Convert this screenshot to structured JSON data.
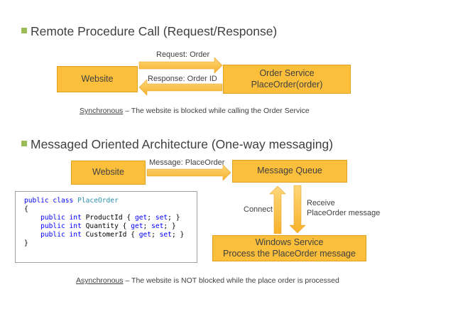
{
  "section1": {
    "heading": "Remote Procedure Call (Request/Response)",
    "website_box": "Website",
    "order_service_line1": "Order Service",
    "order_service_line2": "PlaceOrder(order)",
    "request_label": "Request: Order",
    "response_label": "Response: Order ID",
    "note_term": "Synchronous",
    "note_rest": " – The website is blocked while calling the Order Service"
  },
  "section2": {
    "heading": "Messaged Oriented Architecture (One-way messaging)",
    "website_box": "Website",
    "queue_box": "Message Queue",
    "message_label": "Message: PlaceOrder",
    "connect_label": "Connect",
    "receive_line1": "Receive",
    "receive_line2": "PlaceOrder message",
    "service_line1": "Windows Service",
    "service_line2": "Process the PlaceOrder message",
    "note_term": "Asynchronous",
    "note_rest": " – The website is NOT blocked while the place order is processed"
  },
  "code": {
    "line1_kw": "public class ",
    "line1_type": "PlaceOrder",
    "line2": "{",
    "members": [
      {
        "kw": "    public int ",
        "name": "ProductId",
        "acc_open": " { ",
        "get": "get",
        "sep": "; ",
        "set": "set",
        "acc_close": "; }"
      },
      {
        "kw": "    public int ",
        "name": "Quantity",
        "acc_open": " { ",
        "get": "get",
        "sep": "; ",
        "set": "set",
        "acc_close": "; }"
      },
      {
        "kw": "    public int ",
        "name": "CustomerId",
        "acc_open": " { ",
        "get": "get",
        "sep": "; ",
        "set": "set",
        "acc_close": "; }"
      }
    ],
    "line_last": "}"
  },
  "colors": {
    "box_fill": "#fbbf3c",
    "bullet": "#9bbb59",
    "arrow": "#fbbf3c"
  }
}
